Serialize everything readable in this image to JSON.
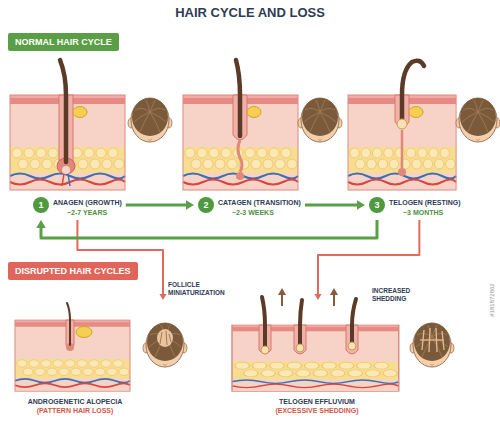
{
  "diagram": {
    "title": "HAIR CYCLE AND LOSS",
    "nodes": [
      {
        "text": [
          "NORMAL HAIR CYCLE"
        ]
      },
      {
        "text": [
          "1",
          "ANAGEN (GROWTH)",
          "~2-7 YEARS"
        ]
      },
      {
        "text": [
          "2",
          "CATAGEN (TRANSITION)",
          "~2-3 WEEKS"
        ]
      },
      {
        "text": [
          "3",
          "TELOGEN (RESTING)",
          "~3 MONTHS"
        ]
      },
      {
        "text": [
          "DISRUPTED HAIR CYCLES"
        ]
      },
      {
        "text": [
          "ANDROGENETIC ALOPECIA",
          "(PATTERN HAIR LOSS)"
        ]
      },
      {
        "text": [
          "TELOGEN EFFLUVIUM",
          "(EXCESSIVE SHEDDING)"
        ]
      }
    ],
    "edges": [
      {
        "from": 1,
        "to": 2,
        "arrow": "to"
      },
      {
        "from": 2,
        "to": 3,
        "arrow": "to"
      },
      {
        "from": 3,
        "to": 1,
        "arrow": "to"
      },
      {
        "from": 1,
        "to": 5,
        "arrow": "to",
        "label": "FOLLICLE MINIATURIZATION"
      },
      {
        "from": 3,
        "to": 6,
        "arrow": "to"
      }
    ],
    "labels": [
      "INCREASED SHEDDING",
      "#181872862"
    ]
  }
}
